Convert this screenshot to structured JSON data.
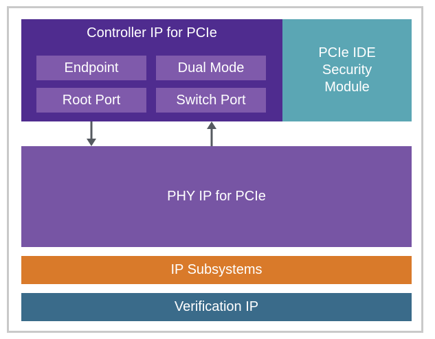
{
  "controller": {
    "title": "Controller IP for PCIe",
    "modes": [
      "Endpoint",
      "Dual Mode",
      "Root Port",
      "Switch Port"
    ]
  },
  "ide": {
    "lines": [
      "PCIe IDE",
      "Security",
      "Module"
    ]
  },
  "phy": {
    "label": "PHY IP for PCIe"
  },
  "subsystems": {
    "label": "IP Subsystems"
  },
  "verification": {
    "label": "Verification IP"
  },
  "colors": {
    "controller": "#4f2c8f",
    "controller_sub": "#7f5aab",
    "ide": "#5ba6b4",
    "phy": "#7755a4",
    "subsystems": "#d97a2a",
    "verification": "#3a6b8a",
    "arrow": "#555a60",
    "frame": "#c9c9c9"
  }
}
